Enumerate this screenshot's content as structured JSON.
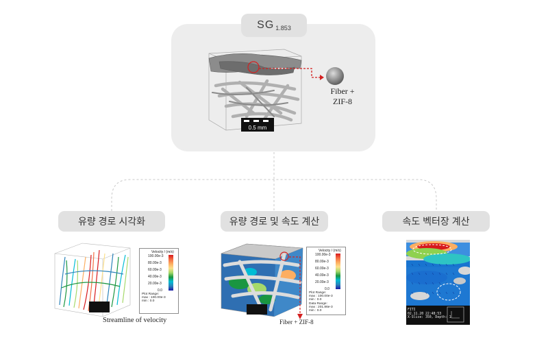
{
  "top": {
    "sg_label": "SG",
    "sg_sub": "1.853",
    "scale_bar": "0.5 mm",
    "fiber_label_line1": "Fiber +",
    "fiber_label_line2": "ZIF-8"
  },
  "branches": [
    {
      "label": "유량 경로 시각화"
    },
    {
      "label": "유량 경로 및 속도 계산"
    },
    {
      "label": "속도 벡터장 계산"
    }
  ],
  "captions": {
    "streamline": "Streamline of velocity",
    "fiber2": "Fiber + ZIF-8"
  },
  "legend": {
    "title": "Velocity / (m/s)",
    "ticks": [
      "100.00e-3",
      "80.00e-3",
      "60.00e-3",
      "40.00e-3",
      "20.00e-3",
      "0.0"
    ],
    "plot_range_label": "Plot Range:",
    "plot_max": "max : 100.00e-3",
    "plot_min": "min : 0.0",
    "data_range_label": "Data Range:",
    "data_max": "max : 201.86e-3",
    "data_min": "min : 0.0"
  },
  "velocity_map": {
    "line1": "FITI",
    "line2": "02.11.20   22:48:53",
    "line3": "X-Slice: 350, Depth:   1"
  },
  "colors": {
    "panel_bg": "#ededed",
    "pill_bg": "#e1e1e1",
    "arrow_red": "#d42020",
    "connector": "#c9c9c9"
  }
}
